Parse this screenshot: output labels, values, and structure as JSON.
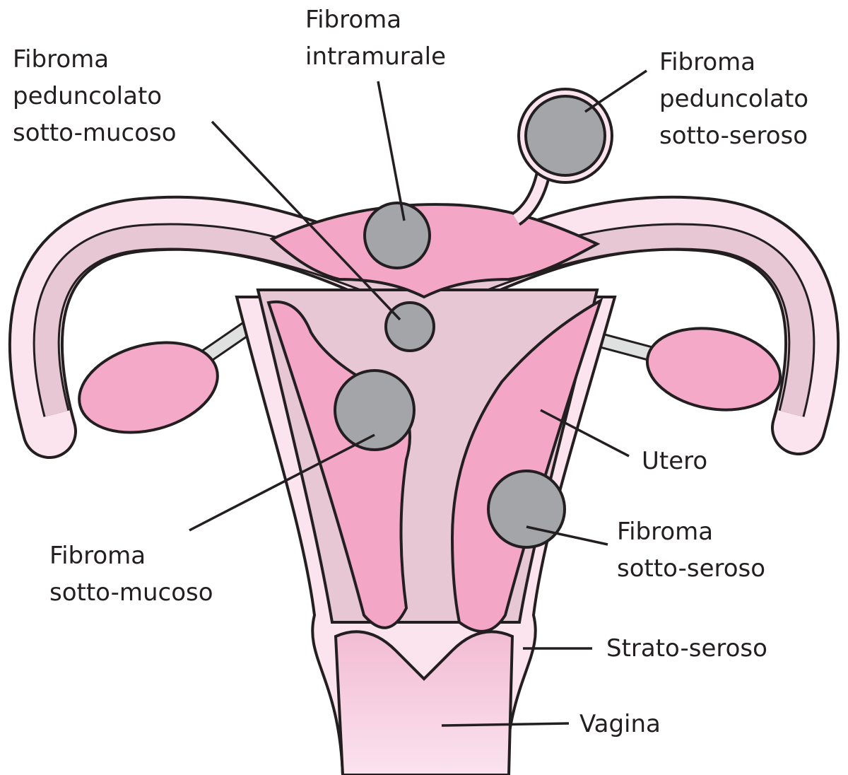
{
  "colors": {
    "outline": "#231f20",
    "serosa_light_pink": "#fce4ee",
    "wall_mauve": "#e8c7d5",
    "muscle_pink": "#f4a6c7",
    "fibroid_gray": "#a4a5a8",
    "ovary_pink": "#f5a9c9",
    "ligament_gray": "#dfe0e0"
  },
  "labels": {
    "pedunculated_submucosal": [
      "Fibroma",
      "peduncolato",
      "sotto-mucoso"
    ],
    "intramural": [
      "Fibroma",
      "intramurale"
    ],
    "pedunculated_subserosal": [
      "Fibroma",
      "peduncolato",
      "sotto-seroso"
    ],
    "uterus": [
      "Utero"
    ],
    "subserosal": [
      "Fibroma",
      "sotto-seroso"
    ],
    "submucosal": [
      "Fibroma",
      "sotto-mucoso"
    ],
    "serosa": [
      "Strato-seroso"
    ],
    "vagina": [
      "Vagina"
    ]
  }
}
